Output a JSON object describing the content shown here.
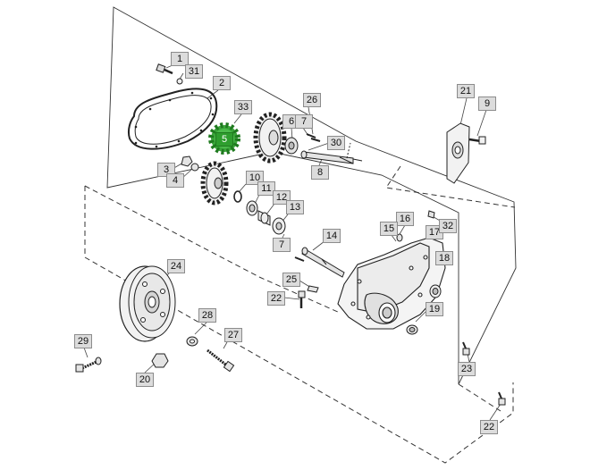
{
  "diagram": {
    "highlight_color": "#2e9e2e",
    "callouts": [
      {
        "id": "1",
        "label": "1"
      },
      {
        "id": "31",
        "label": "31"
      },
      {
        "id": "2",
        "label": "2"
      },
      {
        "id": "33",
        "label": "33"
      },
      {
        "id": "5",
        "label": "5",
        "highlighted": true
      },
      {
        "id": "26",
        "label": "26"
      },
      {
        "id": "6",
        "label": "6"
      },
      {
        "id": "7a",
        "label": "7"
      },
      {
        "id": "30",
        "label": "30"
      },
      {
        "id": "8",
        "label": "8"
      },
      {
        "id": "3",
        "label": "3"
      },
      {
        "id": "4",
        "label": "4"
      },
      {
        "id": "10",
        "label": "10"
      },
      {
        "id": "11",
        "label": "11"
      },
      {
        "id": "12",
        "label": "12"
      },
      {
        "id": "13",
        "label": "13"
      },
      {
        "id": "7b",
        "label": "7"
      },
      {
        "id": "14",
        "label": "14"
      },
      {
        "id": "21",
        "label": "21"
      },
      {
        "id": "9",
        "label": "9"
      },
      {
        "id": "16",
        "label": "16"
      },
      {
        "id": "15",
        "label": "15"
      },
      {
        "id": "17",
        "label": "17"
      },
      {
        "id": "32",
        "label": "32"
      },
      {
        "id": "18",
        "label": "18"
      },
      {
        "id": "19",
        "label": "19"
      },
      {
        "id": "24",
        "label": "24"
      },
      {
        "id": "25",
        "label": "25"
      },
      {
        "id": "22a",
        "label": "22"
      },
      {
        "id": "28",
        "label": "28"
      },
      {
        "id": "27",
        "label": "27"
      },
      {
        "id": "29",
        "label": "29"
      },
      {
        "id": "20",
        "label": "20"
      },
      {
        "id": "23",
        "label": "23"
      },
      {
        "id": "22b",
        "label": "22"
      }
    ]
  }
}
